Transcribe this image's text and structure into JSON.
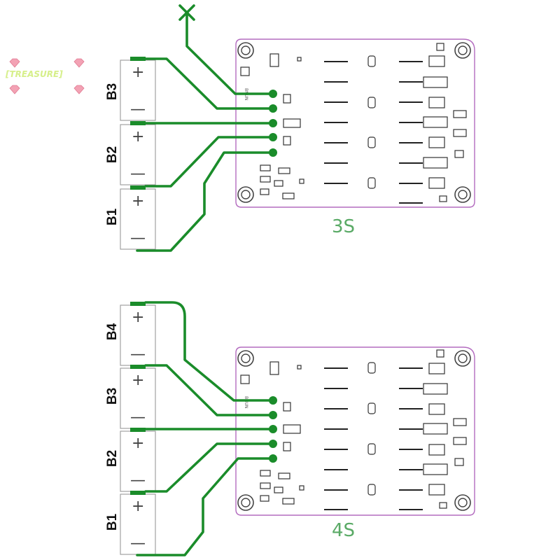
{
  "watermark": {
    "text": "[TREASURE]"
  },
  "colors": {
    "wire": "#1a8c2a",
    "board_outline": "#b36bbf",
    "board_label": "#5aaa66"
  },
  "panels": [
    {
      "board_label": "3S",
      "batteries": [
        "B3",
        "B2",
        "B1"
      ],
      "plus": "+",
      "minus": "—",
      "silk": "BNUN"
    },
    {
      "board_label": "4S",
      "batteries": [
        "B4",
        "B3",
        "B2",
        "B1"
      ],
      "plus": "+",
      "minus": "—",
      "silk": "BNUN"
    }
  ]
}
